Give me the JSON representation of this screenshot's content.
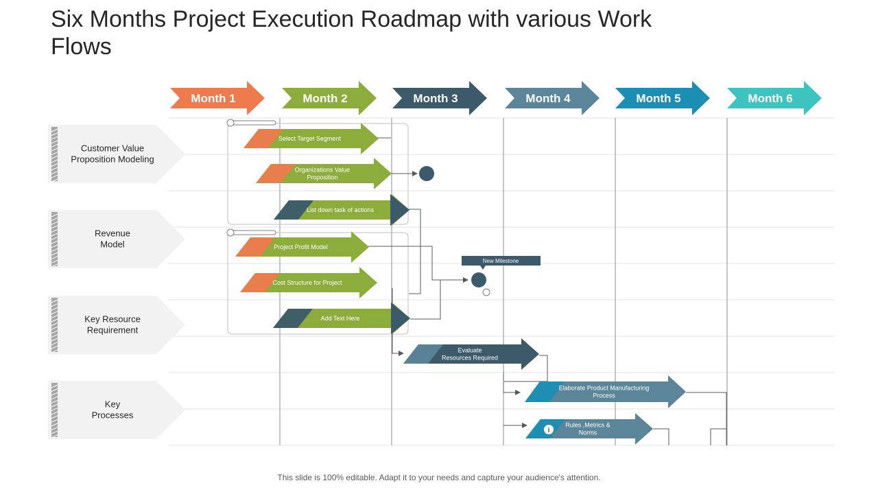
{
  "slide": {
    "title": "Six Months Project Execution Roadmap with various Work Flows",
    "footer": "This slide is 100% editable. Adapt it to your needs and capture your audience's attention."
  },
  "colors": {
    "orange": "#EE7B4E",
    "green": "#8CAD3C",
    "navy": "#3C5A69",
    "steel": "#5B8599",
    "blue": "#1C8EB4",
    "teal": "#3FC3C0",
    "grid": "#E3E3E3",
    "label_bg": "#F2F2F2"
  },
  "months": [
    {
      "label": "Month 1",
      "color": "#EE7B4E"
    },
    {
      "label": "Month 2",
      "color": "#8CAD3C"
    },
    {
      "label": "Month 3",
      "color": "#3C5A69"
    },
    {
      "label": "Month 4",
      "color": "#5B8599"
    },
    {
      "label": "Month 5",
      "color": "#1C8EB4"
    },
    {
      "label": "Month 6",
      "color": "#3FC3C0"
    }
  ],
  "categories": [
    {
      "label_lines": [
        "Customer Value",
        "Proposition Modeling"
      ]
    },
    {
      "label_lines": [
        "Revenue",
        "Model"
      ]
    },
    {
      "label_lines": [
        "Key Resource",
        "Requirement"
      ]
    },
    {
      "label_lines": [
        "Key",
        "Processes"
      ]
    }
  ],
  "tasks": [
    {
      "lines": [
        "Select Target Segment"
      ],
      "color": "#8CAD3C",
      "accent": "#EE7B4E"
    },
    {
      "lines": [
        "Organizations Value",
        "Proposition"
      ],
      "color": "#8CAD3C",
      "accent": "#EE7B4E"
    },
    {
      "lines": [
        "List down task of actions"
      ],
      "color": "#8CAD3C",
      "accent": "#3C5A69"
    },
    {
      "lines": [
        "Project Profit Model"
      ],
      "color": "#8CAD3C",
      "accent": "#EE7B4E"
    },
    {
      "lines": [
        "Cost Structure for Project"
      ],
      "color": "#8CAD3C",
      "accent": "#EE7B4E"
    },
    {
      "lines": [
        "Add Text Here"
      ],
      "color": "#8CAD3C",
      "accent": "#3C5A69"
    },
    {
      "lines": [
        "Evaluate",
        "Resources Required"
      ],
      "color": "#3C5A69",
      "accent": "#5B8599"
    },
    {
      "lines": [
        "Elaborate Product Manufacturing",
        "Process"
      ],
      "color": "#5B8599",
      "accent": "#1C8EB4"
    },
    {
      "lines": [
        "Rules ,Metrics &",
        "Norms"
      ],
      "color": "#5B8599",
      "accent": "#1C8EB4"
    }
  ],
  "milestone": {
    "label": "New Milestone"
  }
}
